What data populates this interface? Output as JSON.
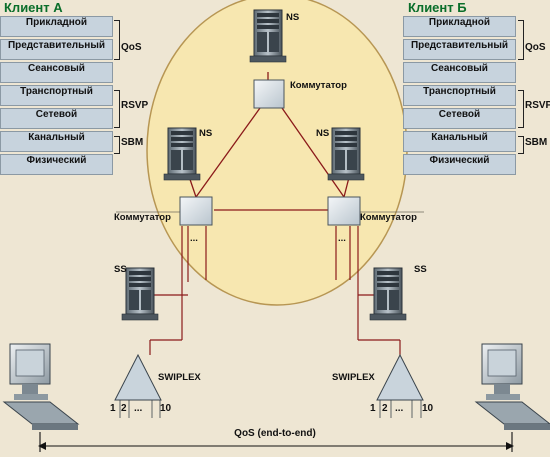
{
  "client_a": {
    "title": "Клиент А",
    "layers": [
      "Прикладной",
      "Представительный",
      "Сеансовый",
      "Транспортный",
      "Сетевой",
      "Канальный",
      "Физический"
    ],
    "brackets": [
      "QoS",
      "RSVP",
      "SBM"
    ]
  },
  "client_b": {
    "title": "Клиент Б",
    "layers": [
      "Прикладной",
      "Представительный",
      "Сеансовый",
      "Транспортный",
      "Сетевой",
      "Канальный",
      "Физический"
    ],
    "brackets": [
      "QoS",
      "RSVP",
      "SBM"
    ]
  },
  "network": {
    "ns_top": "NS",
    "ns_left": "NS",
    "ns_right": "NS",
    "switch_top": "Коммутатор",
    "switch_left": "Коммутатор",
    "switch_right": "Коммутатор",
    "switch_dots": "...",
    "ss_left": "SS",
    "ss_right": "SS",
    "swiplex_left": "SWIPLEX",
    "swiplex_right": "SWIPLEX",
    "port_left": [
      "1",
      "2",
      "...",
      "10"
    ],
    "port_right": [
      "1",
      "2",
      "...",
      "10"
    ]
  },
  "footer": {
    "qos_label": "QoS (end-to-end)"
  },
  "colors": {
    "background": "#eee6d3",
    "ellipse": "#f7e7b0",
    "ellipse_stroke": "#b79653",
    "layer_fill": "#c7d3dd",
    "client_title": "#0a6e2a",
    "link": "#8b1a1a"
  },
  "icons": [
    "server-icon",
    "switch-icon",
    "monitor-icon",
    "swiplex-triangle-icon"
  ]
}
